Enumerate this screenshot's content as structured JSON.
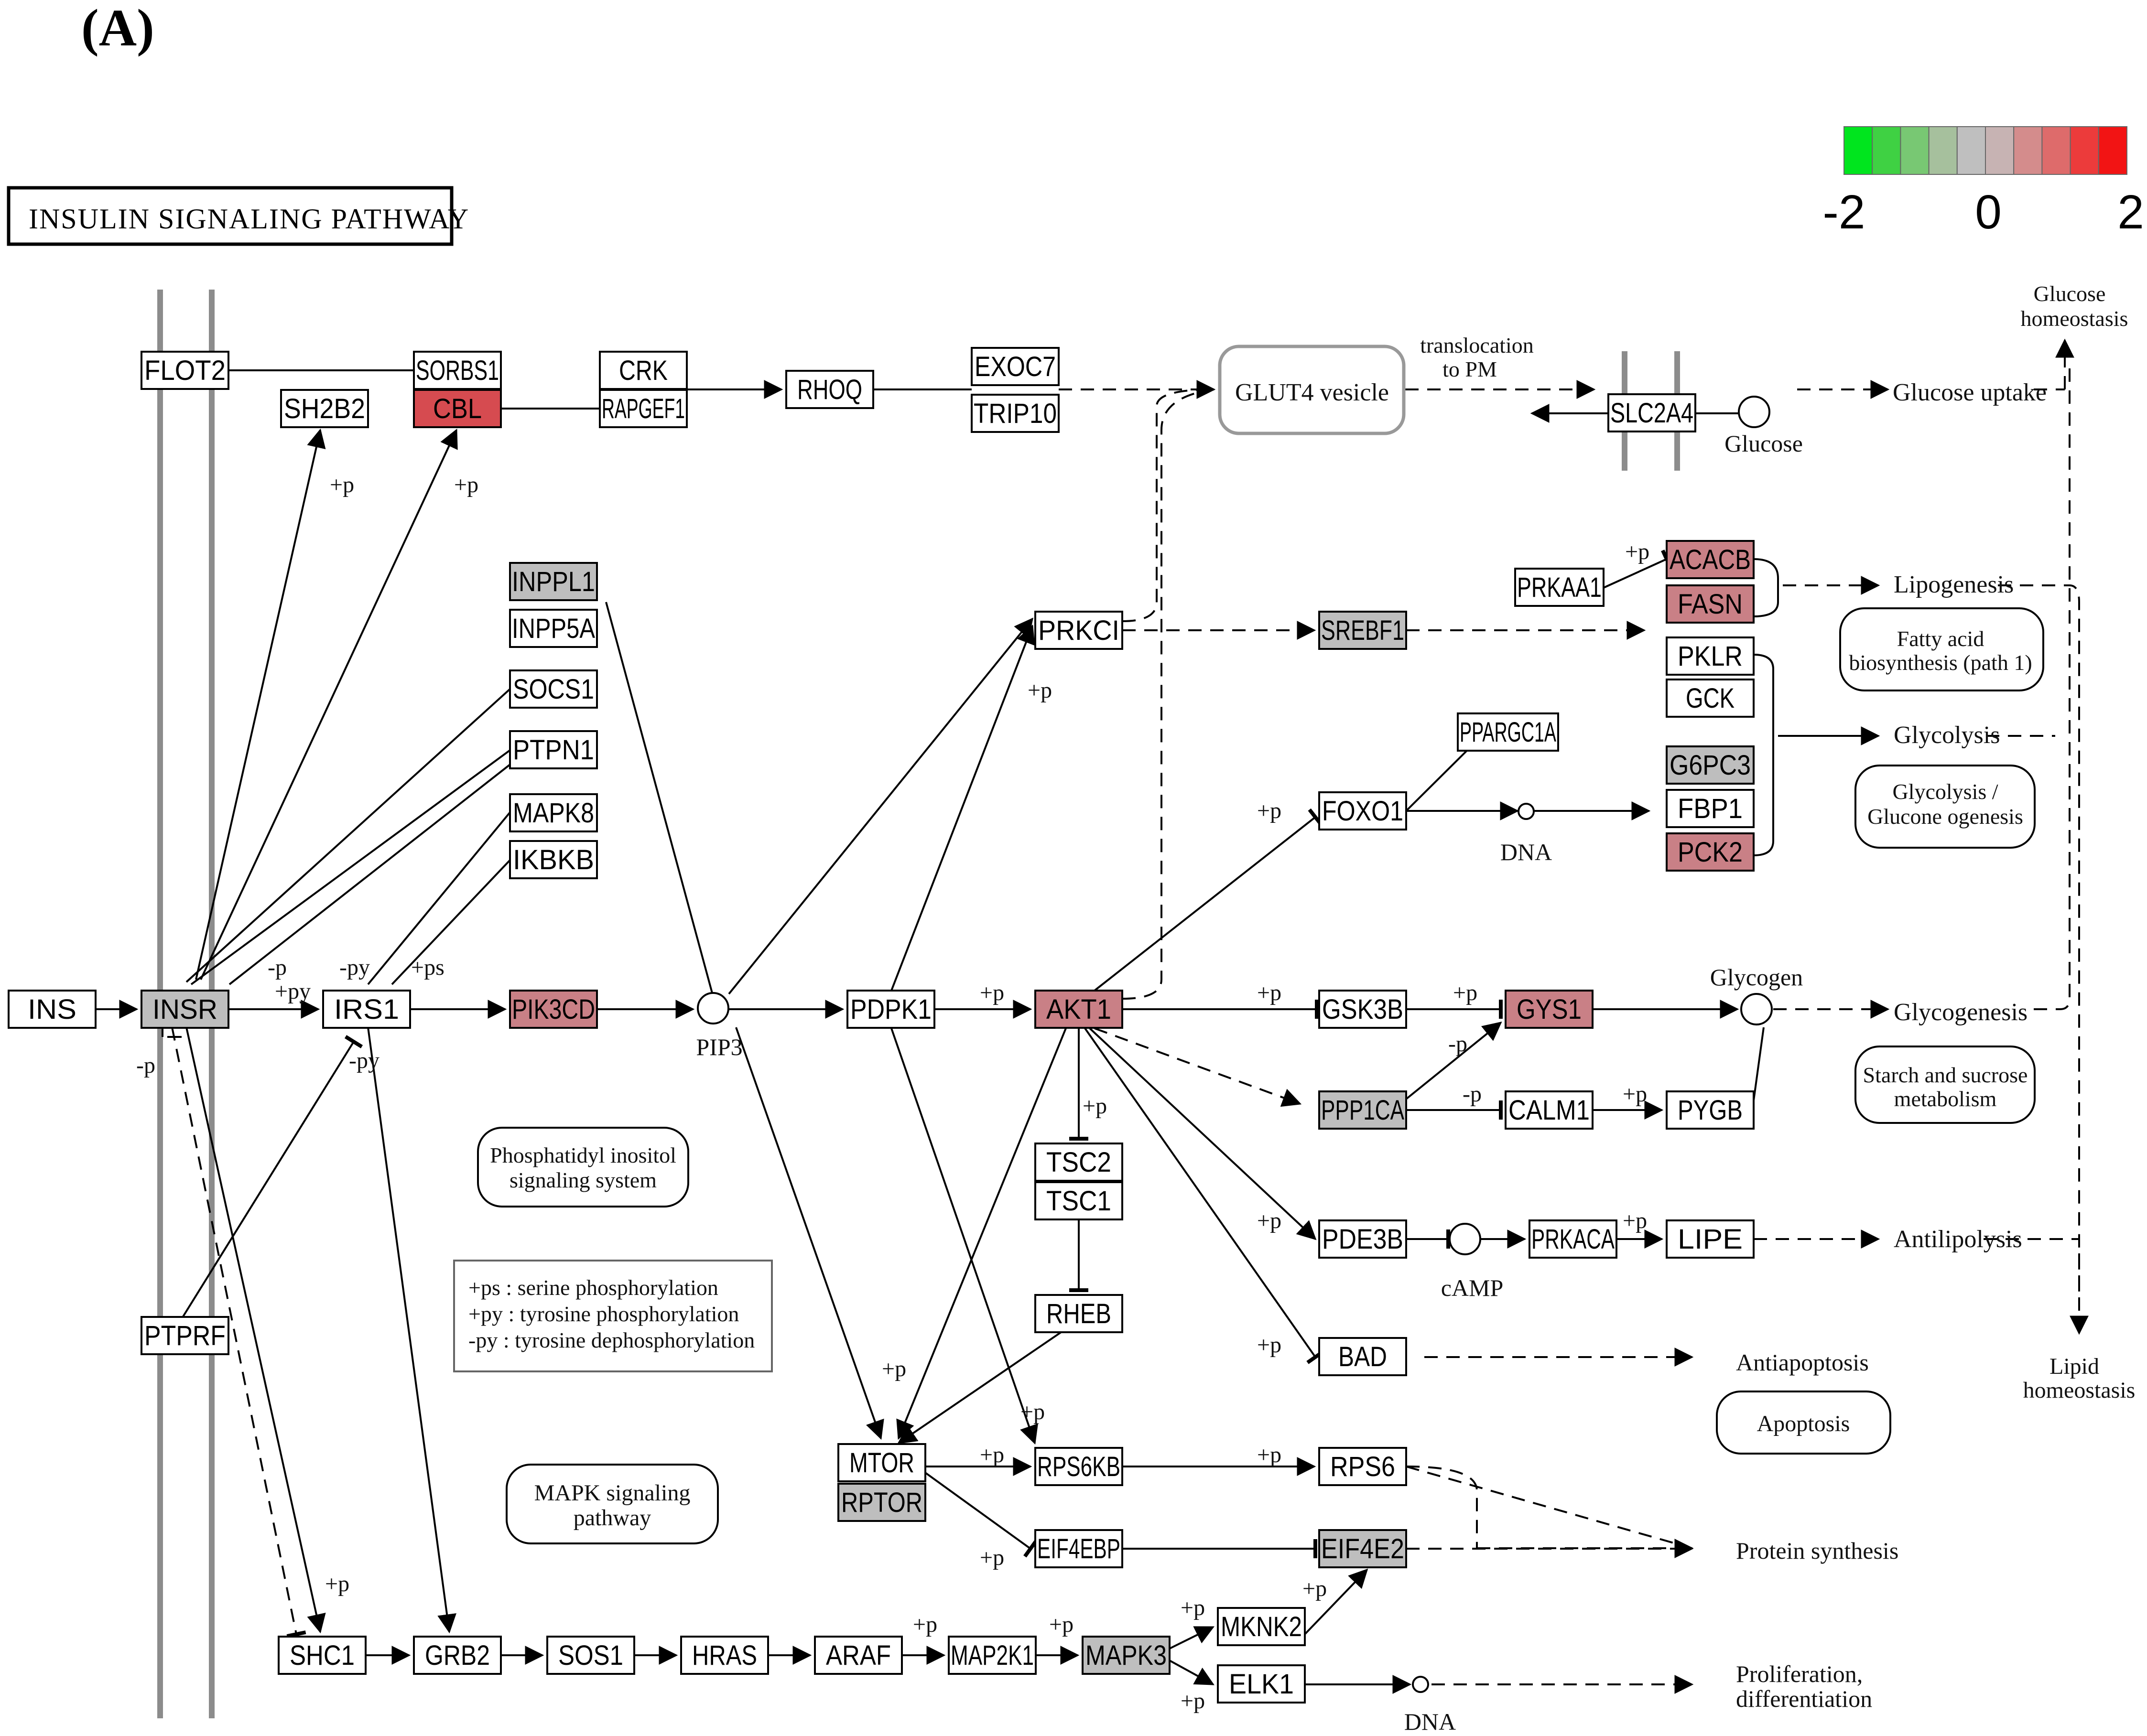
{
  "panel_label": "(A)",
  "title": "INSULIN SIGNALING PATHWAY",
  "legend": {
    "colors": [
      "#00e51e",
      "#3fd143",
      "#78c873",
      "#a6c09d",
      "#bfbfbf",
      "#c7b3b3",
      "#d48c8c",
      "#de6b6b",
      "#ec3b3b",
      "#f21414"
    ],
    "min_label": "-2",
    "mid_label": "0",
    "max_label": "2"
  },
  "colors": {
    "up_strong": "#d64b50",
    "up_mid": "#c98086",
    "unchanged": "#bebebe",
    "none": "#ffffff"
  },
  "genes": {
    "FLOT2": {
      "label": "FLOT2",
      "level": "none"
    },
    "SORBS1": {
      "label": "SORBS1",
      "level": "none"
    },
    "SH2B2": {
      "label": "SH2B2",
      "level": "none"
    },
    "CBL": {
      "label": "CBL",
      "level": "up_strong"
    },
    "CRK": {
      "label": "CRK",
      "level": "none"
    },
    "RAPGEF1": {
      "label": "RAPGEF1",
      "level": "none"
    },
    "RHOQ": {
      "label": "RHOQ",
      "level": "none"
    },
    "EXOC7": {
      "label": "EXOC7",
      "level": "none"
    },
    "TRIP10": {
      "label": "TRIP10",
      "level": "none"
    },
    "SLC2A4": {
      "label": "SLC2A4",
      "level": "none"
    },
    "INPPL1": {
      "label": "INPPL1",
      "level": "unchanged"
    },
    "INPP5A": {
      "label": "INPP5A",
      "level": "none"
    },
    "SOCS1": {
      "label": "SOCS1",
      "level": "none"
    },
    "PTPN1": {
      "label": "PTPN1",
      "level": "none"
    },
    "MAPK8": {
      "label": "MAPK8",
      "level": "none"
    },
    "IKBKB": {
      "label": "IKBKB",
      "level": "none"
    },
    "PRKCI": {
      "label": "PRKCI",
      "level": "none"
    },
    "SREBF1": {
      "label": "SREBF1",
      "level": "unchanged"
    },
    "PRKAA1": {
      "label": "PRKAA1",
      "level": "none"
    },
    "ACACB": {
      "label": "ACACB",
      "level": "up_mid"
    },
    "FASN": {
      "label": "FASN",
      "level": "up_mid"
    },
    "PKLR": {
      "label": "PKLR",
      "level": "none"
    },
    "GCK": {
      "label": "GCK",
      "level": "none"
    },
    "PPARGC1A": {
      "label": "PPARGC1A",
      "level": "none"
    },
    "FOXO1": {
      "label": "FOXO1",
      "level": "none"
    },
    "G6PC3": {
      "label": "G6PC3",
      "level": "unchanged"
    },
    "FBP1": {
      "label": "FBP1",
      "level": "none"
    },
    "PCK2": {
      "label": "PCK2",
      "level": "up_mid"
    },
    "INS": {
      "label": "INS",
      "level": "none"
    },
    "INSR": {
      "label": "INSR",
      "level": "unchanged"
    },
    "IRS1": {
      "label": "IRS1",
      "level": "none"
    },
    "PIK3CD": {
      "label": "PIK3CD",
      "level": "up_mid"
    },
    "PDPK1": {
      "label": "PDPK1",
      "level": "none"
    },
    "AKT1": {
      "label": "AKT1",
      "level": "up_mid"
    },
    "GSK3B": {
      "label": "GSK3B",
      "level": "none"
    },
    "GYS1": {
      "label": "GYS1",
      "level": "up_mid"
    },
    "PPP1CA": {
      "label": "PPP1CA",
      "level": "unchanged"
    },
    "CALM1": {
      "label": "CALM1",
      "level": "none"
    },
    "PYGB": {
      "label": "PYGB",
      "level": "none"
    },
    "TSC2": {
      "label": "TSC2",
      "level": "none"
    },
    "TSC1": {
      "label": "TSC1",
      "level": "none"
    },
    "PDE3B": {
      "label": "PDE3B",
      "level": "none"
    },
    "PRKACA": {
      "label": "PRKACA",
      "level": "none"
    },
    "LIPE": {
      "label": "LIPE",
      "level": "none"
    },
    "PTPRF": {
      "label": "PTPRF",
      "level": "none"
    },
    "RHEB": {
      "label": "RHEB",
      "level": "none"
    },
    "BAD": {
      "label": "BAD",
      "level": "none"
    },
    "MTOR": {
      "label": "MTOR",
      "level": "none"
    },
    "RPTOR": {
      "label": "RPTOR",
      "level": "unchanged"
    },
    "RPS6KB": {
      "label": "RPS6KB",
      "level": "none"
    },
    "RPS6": {
      "label": "RPS6",
      "level": "none"
    },
    "EIF4EBP": {
      "label": "EIF4EBP",
      "level": "none"
    },
    "EIF4E2": {
      "label": "EIF4E2",
      "level": "unchanged"
    },
    "SHC1": {
      "label": "SHC1",
      "level": "none"
    },
    "GRB2": {
      "label": "GRB2",
      "level": "none"
    },
    "SOS1": {
      "label": "SOS1",
      "level": "none"
    },
    "HRAS": {
      "label": "HRAS",
      "level": "none"
    },
    "ARAF": {
      "label": "ARAF",
      "level": "none"
    },
    "MAP2K1": {
      "label": "MAP2K1",
      "level": "none"
    },
    "MAPK3": {
      "label": "MAPK3",
      "level": "unchanged"
    },
    "MKNK2": {
      "label": "MKNK2",
      "level": "none"
    },
    "ELK1": {
      "label": "ELK1",
      "level": "none"
    }
  },
  "compounds": {
    "glucose": "Glucose",
    "dna_foxo": "DNA",
    "pip3": "PIP3",
    "glycogen": "Glycogen",
    "camp": "cAMP",
    "dna_elk": "DNA"
  },
  "boxes": {
    "glut4": "GLUT4 vesicle",
    "fatty_acid": [
      "Fatty acid",
      "biosynthesis (path 1)"
    ],
    "glycolysis_gluco": [
      "Glycolysis /",
      "Glucone ogenesis"
    ],
    "starch": [
      "Starch and sucrose",
      "metabolism"
    ],
    "phosphatidyl": [
      "Phosphatidyl inositol",
      "signaling system"
    ],
    "apoptosis": "Apoptosis",
    "mapk": [
      "MAPK signaling",
      "pathway"
    ]
  },
  "outcomes": {
    "translocation": [
      "translocation",
      "to PM"
    ],
    "glucose_homeostasis": [
      "Glucose",
      "homeostasis"
    ],
    "glucose_uptake": "Glucose uptake",
    "lipogenesis": "Lipogenesis",
    "glycolysis": "Glycolysis",
    "glycogenesis": "Glycogenesis",
    "antilipolysis": "Antilipolysis",
    "lipid_homeostasis": [
      "Lipid",
      "homeostasis"
    ],
    "antiapoptosis": "Antiapoptosis",
    "protein_synthesis": "Protein synthesis",
    "proliferation": [
      "Proliferation,",
      "differentiation"
    ]
  },
  "key": [
    "+ps : serine phosphorylation",
    "+py : tyrosine phosphorylation",
    "-py : tyrosine dephosphorylation"
  ],
  "edge_labels": {
    "p_plus": "+p",
    "p_minus": "-p",
    "py_plus": "+py",
    "py_minus": "-py",
    "ps_plus": "+ps"
  }
}
